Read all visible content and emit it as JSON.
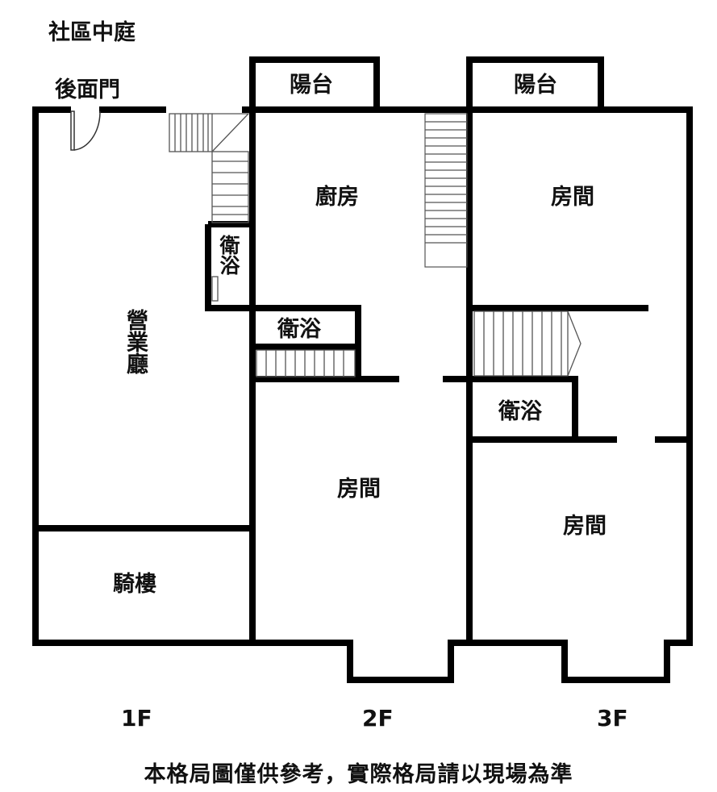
{
  "header": {
    "courtyard": "社區中庭",
    "back_door": "後面門"
  },
  "rooms": {
    "f1_business_hall": "營業廳",
    "f1_arcade": "騎樓",
    "f1_bath": "衛浴",
    "f2_balcony": "陽台",
    "f2_kitchen": "廚房",
    "f2_bath": "衛浴",
    "f2_room": "房間",
    "f3_balcony": "陽台",
    "f3_room_top": "房間",
    "f3_bath": "衛浴",
    "f3_room_bottom": "房間"
  },
  "floors": {
    "f1": "1F",
    "f2": "2F",
    "f3": "3F"
  },
  "footer": {
    "disclaimer": "本格局圖僅供參考，實際格局請以現場為準"
  },
  "colors": {
    "wall": "#000000",
    "stair": "#555555",
    "background": "#ffffff"
  }
}
